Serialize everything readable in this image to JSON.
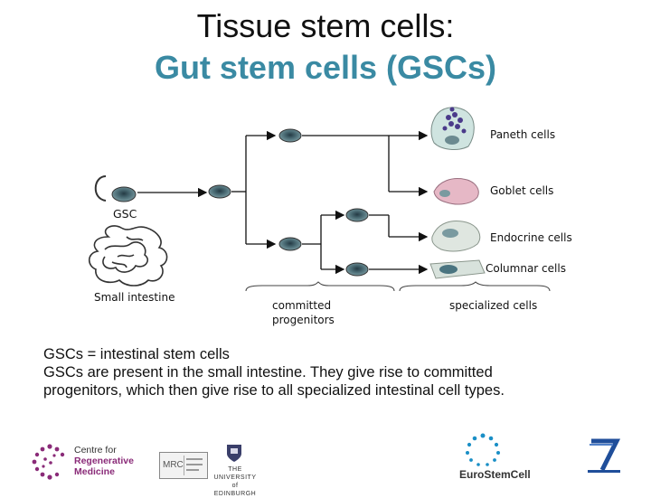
{
  "slide": {
    "title_line1": "Tissue stem cells:",
    "title_line2": "Gut stem cells (GSCs)"
  },
  "diagram": {
    "gsc_label": "GSC",
    "small_intestine_label": "Small intestine",
    "committed_label_line1": "committed",
    "committed_label_line2": "progenitors",
    "specialized_label": "specialized cells",
    "cell_types": {
      "paneth": "Paneth cells",
      "goblet": "Goblet cells",
      "endocrine": "Endocrine cells",
      "columnar": "Columnar cells"
    }
  },
  "body": {
    "line1": "GSCs = intestinal stem cells",
    "line2": "GSCs are present in the small intestine. They give rise to committed",
    "line3": "progenitors, which then give rise to all specialized intestinal cell types."
  },
  "logos": {
    "crm_line1": "Centre for",
    "crm_line2": "Regenerative",
    "crm_line3": "Medicine",
    "mrc": "MRC",
    "edinburgh_line1": "THE UNIVERSITY",
    "edinburgh_line2": "of EDINBURGH",
    "eurostemcell": "EuroStemCell"
  },
  "colors": {
    "title_accent": "#3a8aa3",
    "cell_fill": "#5f8088",
    "cell_nucleus": "#243a44",
    "crm_purple": "#8a2b78",
    "eurostem_blue": "#1a8fc6"
  }
}
